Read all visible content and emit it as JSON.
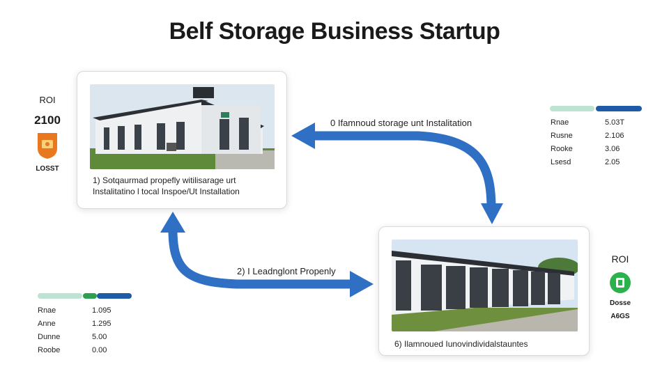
{
  "title": "Belf Storage Business Startup",
  "steps": [
    {
      "caption_line1": "1) Sotqaurmad propefly witilisarage urt",
      "caption_line2": "Instalitatino l tocal Inspoe/Ut Installation"
    },
    {
      "caption": "6) Ilamnoued Iunovindividalstauntes"
    }
  ],
  "arrow_labels": {
    "top": "0 Ifamnoud storage unt Instalitation",
    "middle": "2) I Leadnglont Propenly"
  },
  "roi_left": {
    "label": "ROI",
    "value": "2100",
    "icon": "safe-icon",
    "caption": "LOSST",
    "icon_color": "#e8771e"
  },
  "roi_right": {
    "label": "ROI",
    "icon": "check-circle-icon",
    "line1": "Dosse",
    "line2": "A6GS",
    "icon_color": "#2bb24c"
  },
  "table_top_right": {
    "rows": [
      {
        "k": "Rnae",
        "v": "5.03T"
      },
      {
        "k": "Rusne",
        "v": "2.106"
      },
      {
        "k": "Rooke",
        "v": "3.06"
      },
      {
        "k": "Lsesd",
        "v": "2.05"
      }
    ]
  },
  "table_bottom_left": {
    "rows": [
      {
        "k": "Rnae",
        "v": "1.095"
      },
      {
        "k": "Anne",
        "v": "1.295"
      },
      {
        "k": "Dunne",
        "v": "5.00"
      },
      {
        "k": "Roobe",
        "v": "0.00"
      }
    ]
  },
  "colors": {
    "arrow": "#2f6fc4",
    "bar_light": "#bfe3d2",
    "bar_dark": "#1f5aa6",
    "bar_green": "#2e9e4f"
  }
}
